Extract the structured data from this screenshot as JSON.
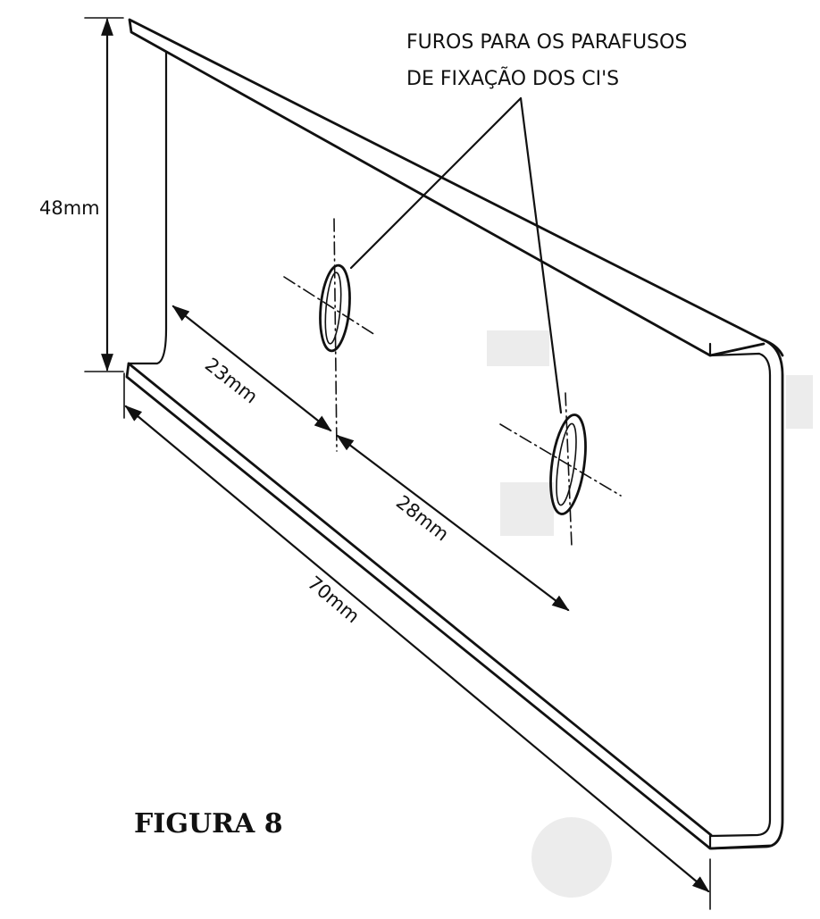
{
  "figure": {
    "title": "FIGURA 8",
    "callout_line1": "FUROS PARA OS PARAFUSOS",
    "callout_line2": "DE FIXAÇÃO DOS CI'S"
  },
  "dimensions": {
    "height": "48mm",
    "hole1_offset": "23mm",
    "hole_spacing": "28mm",
    "total_length": "70mm"
  }
}
